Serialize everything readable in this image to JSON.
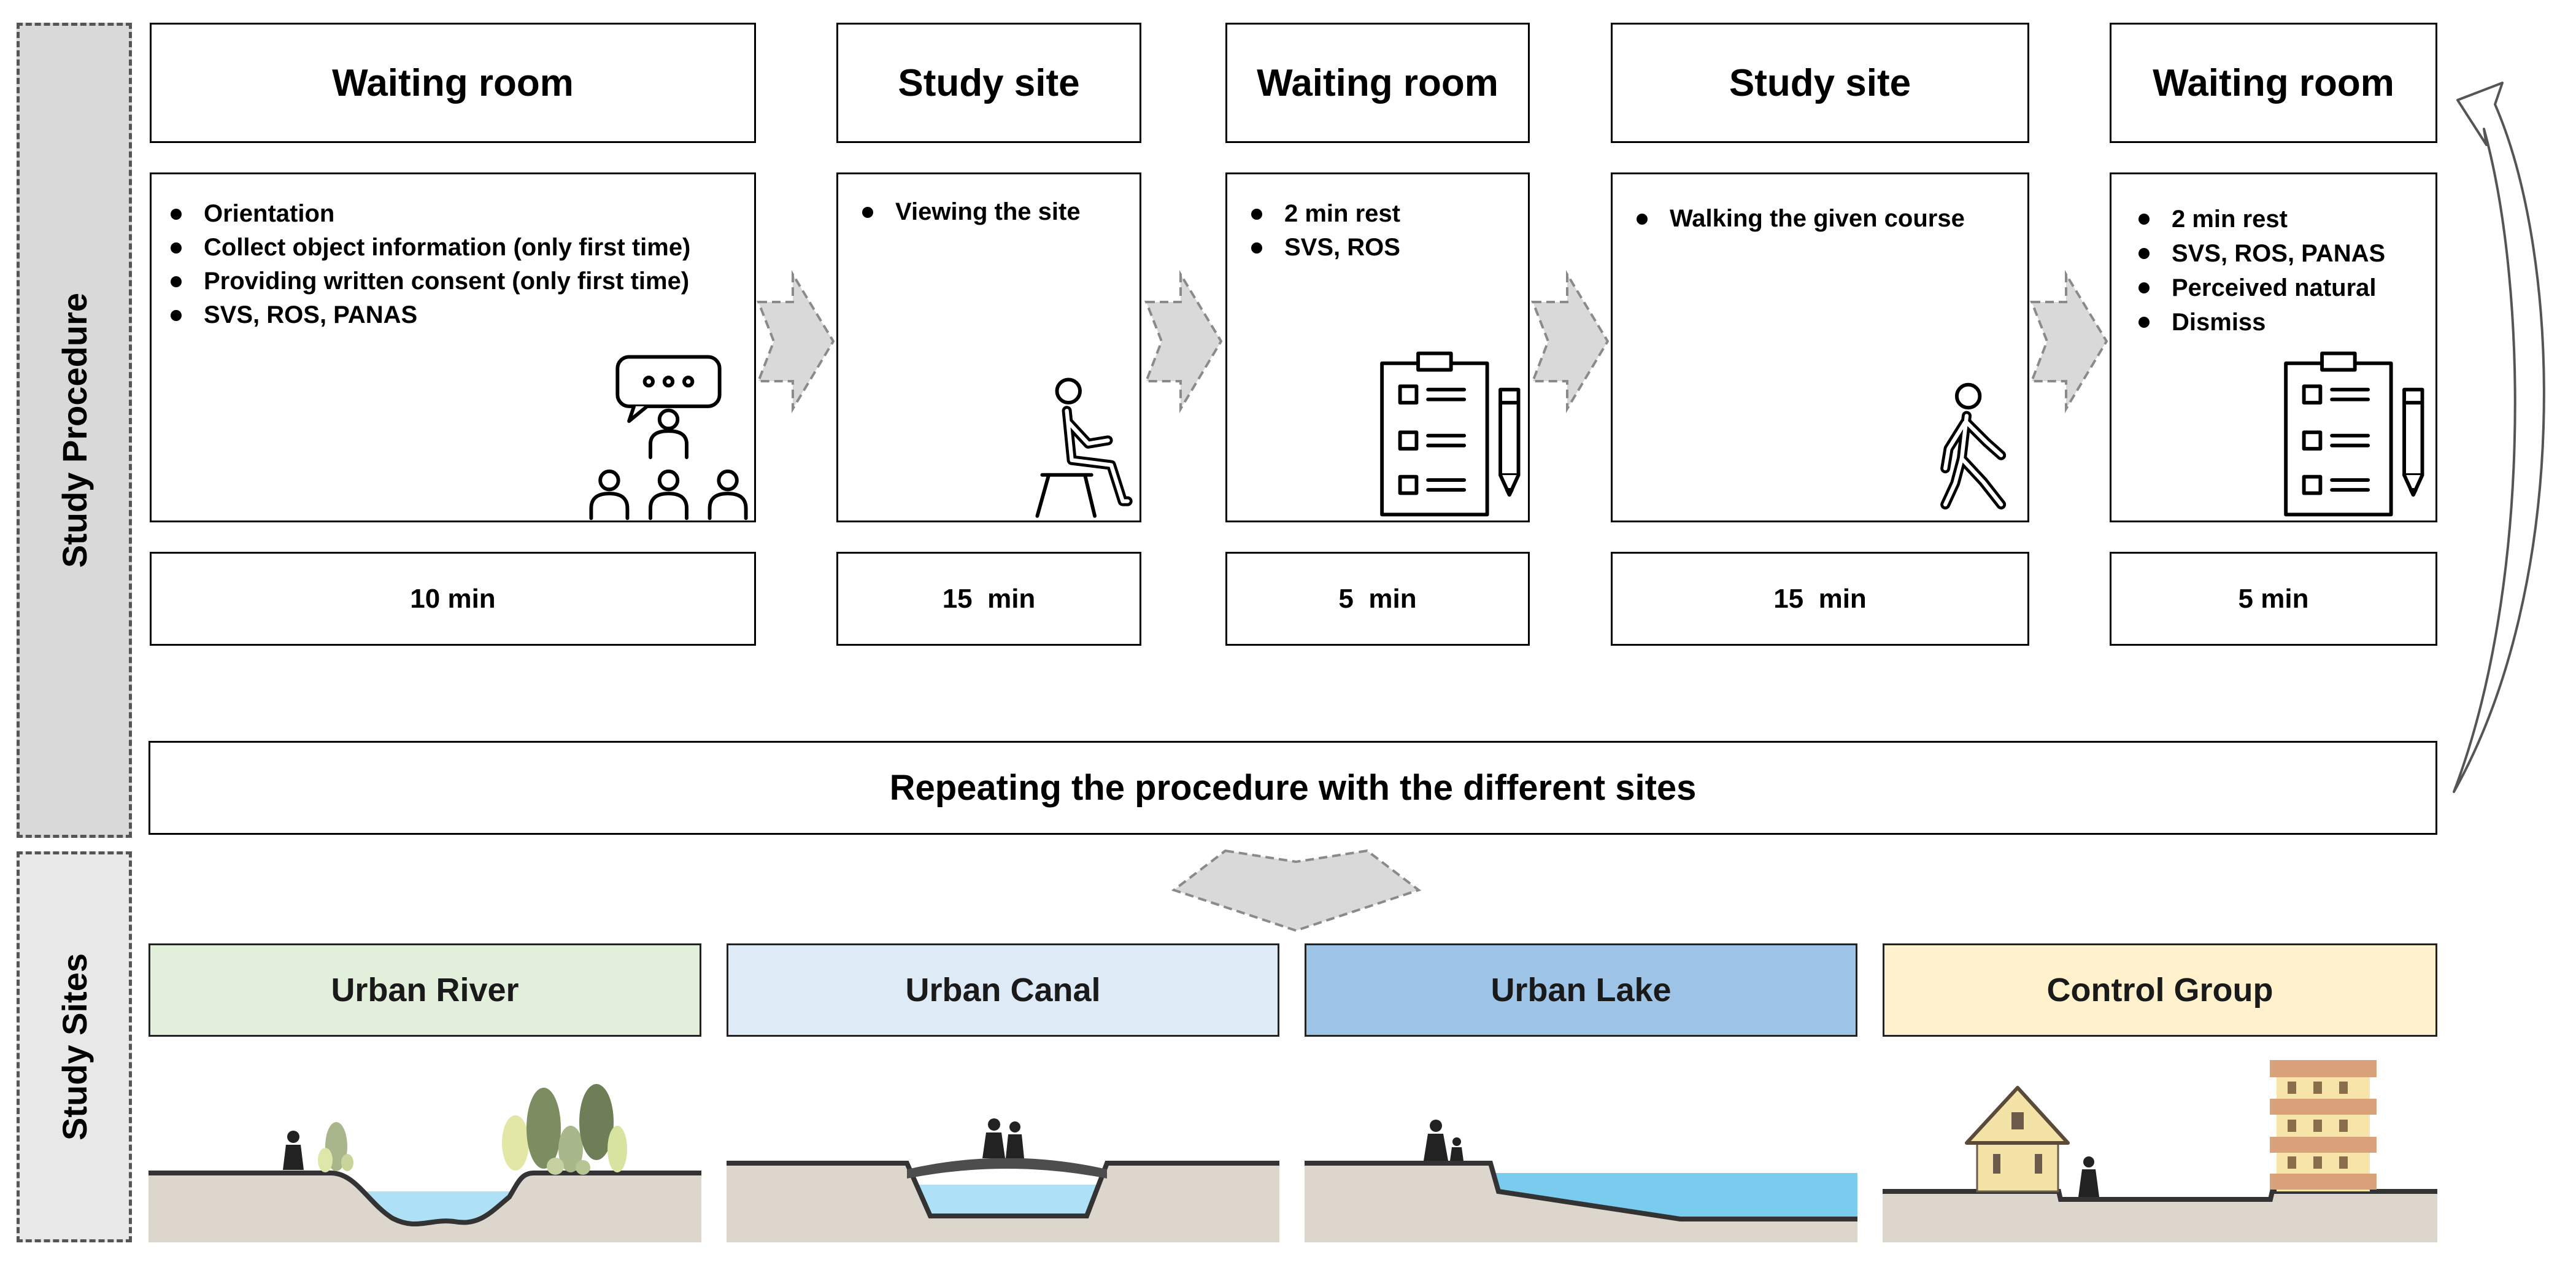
{
  "side_labels": {
    "procedure": "Study Procedure",
    "sites": "Study Sites"
  },
  "steps": [
    {
      "header": "Waiting room",
      "items": [
        "Orientation",
        "Collect object information (only first time)",
        "Providing written consent (only first time)",
        "SVS, ROS, PANAS"
      ],
      "duration": "10 min",
      "icon": "meeting-icon"
    },
    {
      "header": "Study site",
      "items": [
        "Viewing the site"
      ],
      "duration": "15  min",
      "icon": "sitting-person-icon"
    },
    {
      "header": "Waiting room",
      "items": [
        "2 min rest",
        "SVS, ROS"
      ],
      "duration": "5  min",
      "icon": "clipboard-icon"
    },
    {
      "header": "Study site",
      "items": [
        "Walking the given course"
      ],
      "duration": "15  min",
      "icon": "walking-person-icon"
    },
    {
      "header": "Waiting room",
      "items": [
        "2 min rest",
        "SVS, ROS, PANAS",
        "Perceived natural",
        "Dismiss"
      ],
      "duration": "5 min",
      "icon": "clipboard-icon"
    }
  ],
  "repeat": {
    "label": "Repeating the procedure with the different sites"
  },
  "sites": [
    {
      "label": "Urban River",
      "color": "#e2efda",
      "illustration": "river-cross-section-icon"
    },
    {
      "label": "Urban Canal",
      "color": "#deebf7",
      "illustration": "canal-cross-section-icon"
    },
    {
      "label": "Urban Lake",
      "color": "#9dc3e6",
      "illustration": "lake-cross-section-icon"
    },
    {
      "label": "Control Group",
      "color": "#fff2cc",
      "illustration": "buildings-cross-section-icon"
    }
  ],
  "colors": {
    "procedure_panel": "#d9d9d9",
    "sites_panel": "#e8e8e8",
    "arrow_fill": "#d9d9d9",
    "ground": "#ddd6cd",
    "water": "#aee1f6",
    "lake_water": "#79ccee"
  }
}
